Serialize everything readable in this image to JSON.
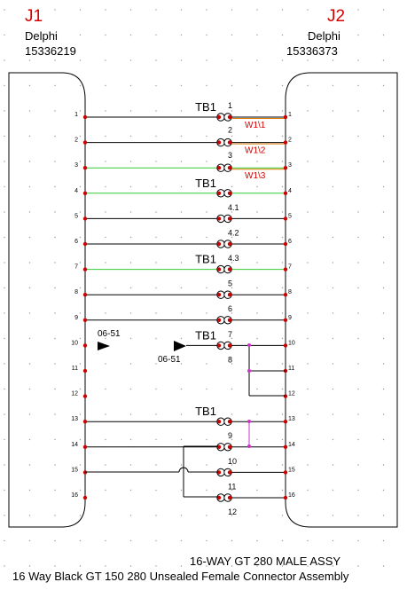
{
  "connectors": {
    "left": {
      "ref": "J1",
      "manufacturer": "Delphi",
      "part_number": "15336219"
    },
    "right": {
      "ref": "J2",
      "manufacturer": "Delphi",
      "part_number": "15336373"
    }
  },
  "pins": [
    "1",
    "2",
    "3",
    "4",
    "5",
    "6",
    "7",
    "8",
    "9",
    "10",
    "11",
    "12",
    "13",
    "14",
    "15",
    "16"
  ],
  "wires": [
    {
      "pin": "1",
      "color": "#000000",
      "tb": "TB1",
      "label": "1",
      "wire_tag": "W1\\1"
    },
    {
      "pin": "2",
      "color": "#000000",
      "tb": "",
      "label": "2",
      "wire_tag": "W1\\2"
    },
    {
      "pin": "3",
      "color": "#33cc33",
      "tb": "",
      "label": "3",
      "wire_tag": "W1\\3"
    },
    {
      "pin": "4",
      "color": "#33cc33",
      "tb": "TB1",
      "label": "4.1",
      "wire_tag": ""
    },
    {
      "pin": "5",
      "color": "#000000",
      "tb": "",
      "label": "4.2",
      "wire_tag": ""
    },
    {
      "pin": "6",
      "color": "#000000",
      "tb": "",
      "label": "4.3",
      "wire_tag": ""
    },
    {
      "pin": "7",
      "color": "#33cc33",
      "tb": "TB1",
      "label": "5",
      "wire_tag": ""
    },
    {
      "pin": "8",
      "color": "#000000",
      "tb": "",
      "label": "6",
      "wire_tag": ""
    },
    {
      "pin": "9",
      "color": "#000000",
      "tb": "",
      "label": "7",
      "wire_tag": ""
    },
    {
      "pin": "10",
      "color": "#000000",
      "tb": "TB1",
      "label": "8",
      "wire_tag": ""
    },
    {
      "pin": "13",
      "color": "#000000",
      "tb": "TB1",
      "label": "9",
      "wire_tag": ""
    },
    {
      "pin": "14",
      "color": "#000000",
      "tb": "",
      "label": "10",
      "wire_tag": ""
    },
    {
      "pin": "15",
      "color": "#000000",
      "tb": "",
      "label": "11",
      "wire_tag": ""
    },
    {
      "pin": "16",
      "color": "#000000",
      "tb": "",
      "label": "12",
      "wire_tag": ""
    }
  ],
  "offpage": {
    "left_label": "06-51",
    "right_label": "06-51"
  },
  "captions": {
    "line1": "16-WAY GT 280 MALE ASSY",
    "line2": "16 Way Black GT 150 280 Unsealed Female Connector Assembly"
  },
  "colors": {
    "reference": "#d40000",
    "wire_tag": "#d40000",
    "tag_line": "#e07b00",
    "green_wire": "#33cc33",
    "splice": "#cc33cc",
    "pin_dot": "#cc0000"
  }
}
